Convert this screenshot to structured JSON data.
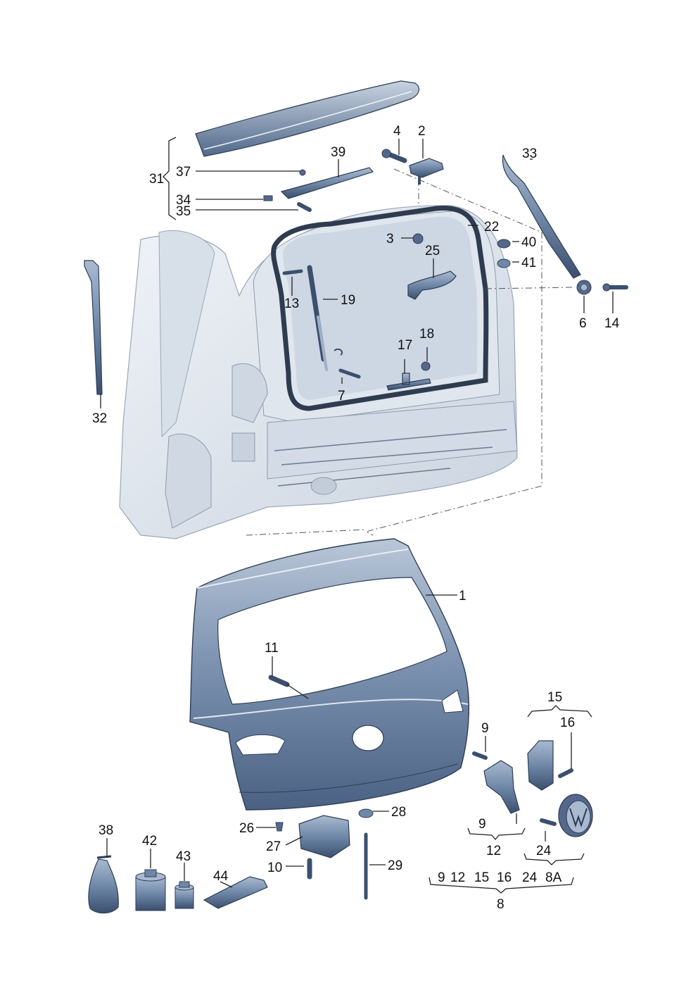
{
  "labels": {
    "p1": "1",
    "p2": "2",
    "p3": "3",
    "p4": "4",
    "p6": "6",
    "p7": "7",
    "p8": "8",
    "p9a": "9",
    "p9b": "9",
    "p10": "10",
    "p11": "11",
    "p12": "12",
    "p13": "13",
    "p14": "14",
    "p15": "15",
    "p16": "16",
    "p17": "17",
    "p18": "18",
    "p19": "19",
    "p22": "22",
    "p24": "24",
    "p25": "25",
    "p26": "26",
    "p27": "27",
    "p28": "28",
    "p29": "29",
    "p31": "31",
    "p32": "32",
    "p33": "33",
    "p34": "34",
    "p35": "35",
    "p37": "37",
    "p38": "38",
    "p39": "39",
    "p40": "40",
    "p41": "41",
    "p42": "42",
    "p43": "43",
    "p44": "44"
  },
  "group8": [
    "9",
    "12",
    "15",
    "16",
    "24",
    "8A"
  ],
  "colors": {
    "part_fill": "#5f7a9c",
    "part_dark": "#3b4f6e",
    "part_light": "#a9bad0",
    "body_fill": "#e6ebf1",
    "seal": "#2f3b4f"
  }
}
